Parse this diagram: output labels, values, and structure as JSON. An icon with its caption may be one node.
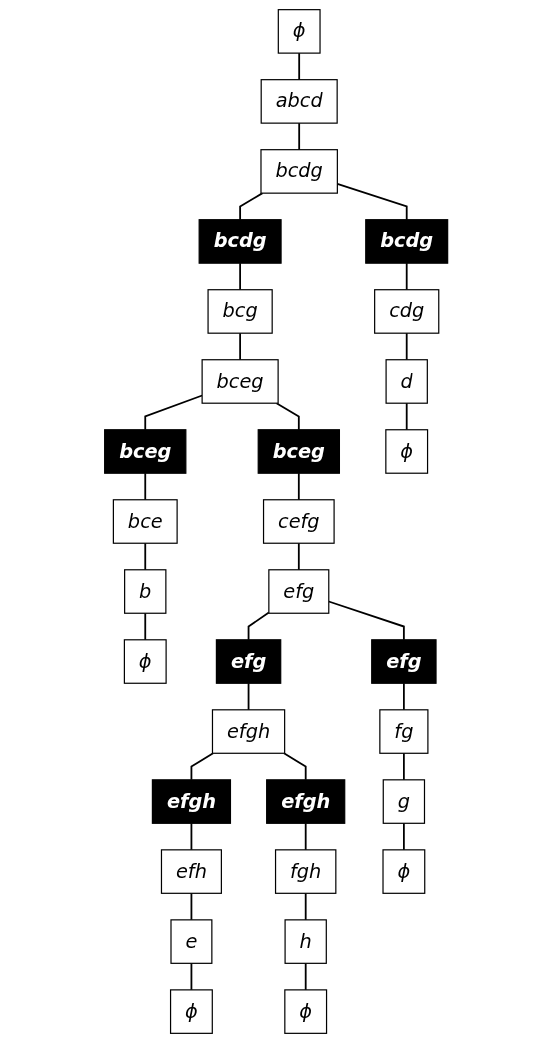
{
  "diagram": {
    "nodes": [
      {
        "text": [
          "ϕ"
        ]
      },
      {
        "text": [
          "abcd"
        ]
      },
      {
        "text": [
          "bcdg"
        ]
      },
      {
        "text": [
          "bcdg"
        ]
      },
      {
        "text": [
          "bcdg"
        ]
      },
      {
        "text": [
          "bcg"
        ]
      },
      {
        "text": [
          "cdg"
        ]
      },
      {
        "text": [
          "bceg"
        ]
      },
      {
        "text": [
          "d"
        ]
      },
      {
        "text": [
          "bceg"
        ]
      },
      {
        "text": [
          "bceg"
        ]
      },
      {
        "text": [
          "ϕ"
        ]
      },
      {
        "text": [
          "bce"
        ]
      },
      {
        "text": [
          "cefg"
        ]
      },
      {
        "text": [
          "b"
        ]
      },
      {
        "text": [
          "efg"
        ]
      },
      {
        "text": [
          "ϕ"
        ]
      },
      {
        "text": [
          "efg"
        ]
      },
      {
        "text": [
          "efg"
        ]
      },
      {
        "text": [
          "efgh"
        ]
      },
      {
        "text": [
          "fg"
        ]
      },
      {
        "text": [
          "efgh"
        ]
      },
      {
        "text": [
          "efgh"
        ]
      },
      {
        "text": [
          "g"
        ]
      },
      {
        "text": [
          "efh"
        ]
      },
      {
        "text": [
          "fgh"
        ]
      },
      {
        "text": [
          "ϕ"
        ]
      },
      {
        "text": [
          "e"
        ]
      },
      {
        "text": [
          "h"
        ]
      },
      {
        "text": [
          "ϕ"
        ]
      },
      {
        "text": [
          "ϕ"
        ]
      }
    ],
    "edges": [
      {
        "from": 0,
        "to": 1,
        "arrow": "none"
      },
      {
        "from": 1,
        "to": 2,
        "arrow": "none"
      },
      {
        "from": 2,
        "to": 3,
        "arrow": "none"
      },
      {
        "from": 2,
        "to": 4,
        "arrow": "none"
      },
      {
        "from": 3,
        "to": 5,
        "arrow": "none"
      },
      {
        "from": 4,
        "to": 6,
        "arrow": "none"
      },
      {
        "from": 5,
        "to": 7,
        "arrow": "none"
      },
      {
        "from": 6,
        "to": 8,
        "arrow": "none"
      },
      {
        "from": 7,
        "to": 9,
        "arrow": "none"
      },
      {
        "from": 7,
        "to": 10,
        "arrow": "none"
      },
      {
        "from": 8,
        "to": 11,
        "arrow": "none"
      },
      {
        "from": 9,
        "to": 12,
        "arrow": "none"
      },
      {
        "from": 10,
        "to": 13,
        "arrow": "none"
      },
      {
        "from": 12,
        "to": 14,
        "arrow": "none"
      },
      {
        "from": 13,
        "to": 15,
        "arrow": "none"
      },
      {
        "from": 14,
        "to": 16,
        "arrow": "none"
      },
      {
        "from": 15,
        "to": 17,
        "arrow": "none"
      },
      {
        "from": 15,
        "to": 18,
        "arrow": "none"
      },
      {
        "from": 17,
        "to": 19,
        "arrow": "none"
      },
      {
        "from": 18,
        "to": 20,
        "arrow": "none"
      },
      {
        "from": 19,
        "to": 21,
        "arrow": "none"
      },
      {
        "from": 19,
        "to": 22,
        "arrow": "none"
      },
      {
        "from": 20,
        "to": 23,
        "arrow": "none"
      },
      {
        "from": 21,
        "to": 24,
        "arrow": "none"
      },
      {
        "from": 22,
        "to": 25,
        "arrow": "none"
      },
      {
        "from": 23,
        "to": 26,
        "arrow": "none"
      },
      {
        "from": 24,
        "to": 27,
        "arrow": "none"
      },
      {
        "from": 25,
        "to": 28,
        "arrow": "none"
      },
      {
        "from": 27,
        "to": 29,
        "arrow": "none"
      },
      {
        "from": 28,
        "to": 30,
        "arrow": "none"
      }
    ]
  }
}
